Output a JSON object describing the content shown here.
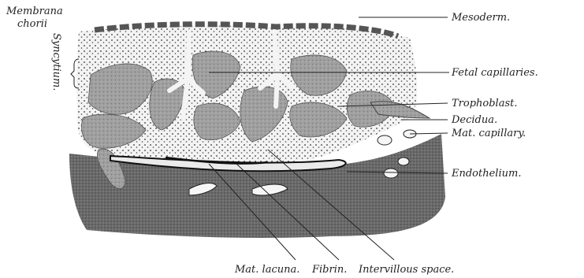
{
  "figure": {
    "labels": {
      "membrana_line1": "Membrana",
      "membrana_line2": "chorii",
      "syncytium": "Syncytium.",
      "mesoderm": "Mesoderm.",
      "fetal_capillaries": "Fetal capillaries.",
      "trophoblast": "Trophoblast.",
      "decidua": "Decidua.",
      "mat_capillary": "Mat. capillary.",
      "endothelium": "Endothelium.",
      "mat_lacuna": "Mat. lacuna.",
      "fibrin": "Fibrin.",
      "intervillous_space": "Intervillous space."
    }
  }
}
